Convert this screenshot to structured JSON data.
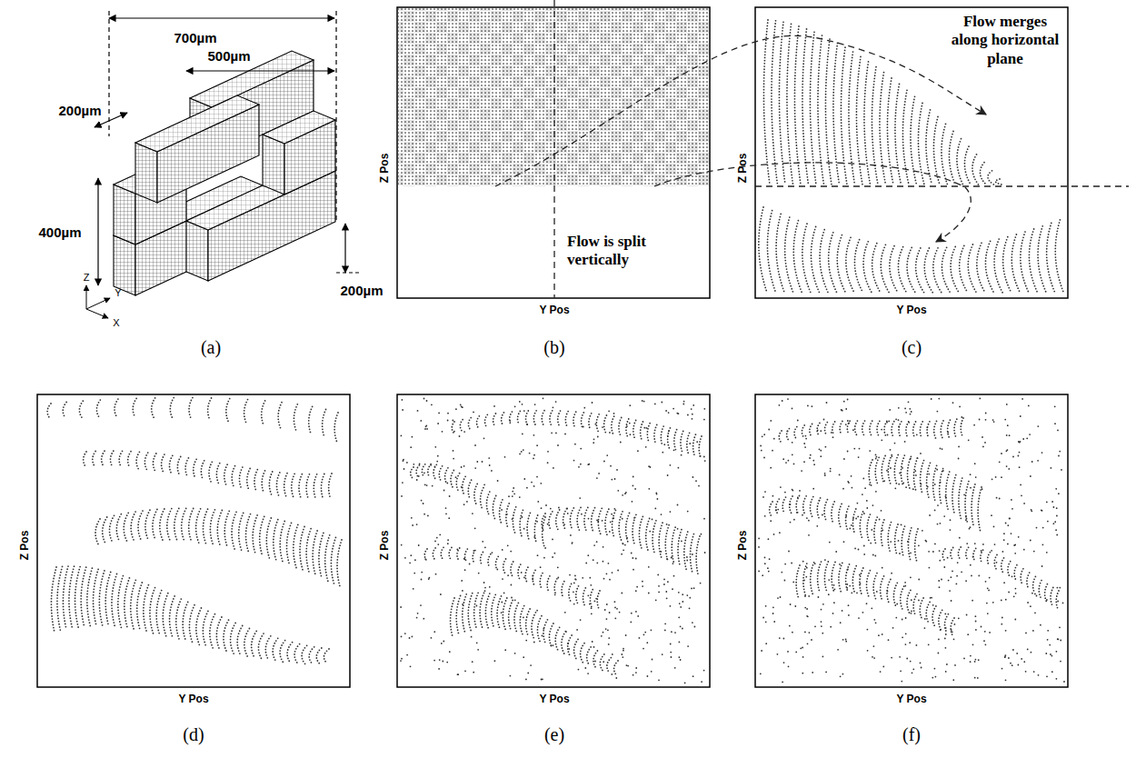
{
  "diagram": {
    "labels": [
      "700µm",
      "500µm",
      "200µm",
      "400µm",
      "200µm",
      "Z",
      "Y",
      "X",
      "(a)",
      "Z Pos",
      "Y Pos",
      "Flow is split vertically",
      "(b)",
      "Z Pos",
      "Y Pos",
      "Flow merges along horizontal plane",
      "(c)",
      "Z Pos",
      "Y Pos",
      "(d)",
      "Z Pos",
      "Y Pos",
      "(e)",
      "Z Pos",
      "Y Pos",
      "(f)"
    ]
  }
}
